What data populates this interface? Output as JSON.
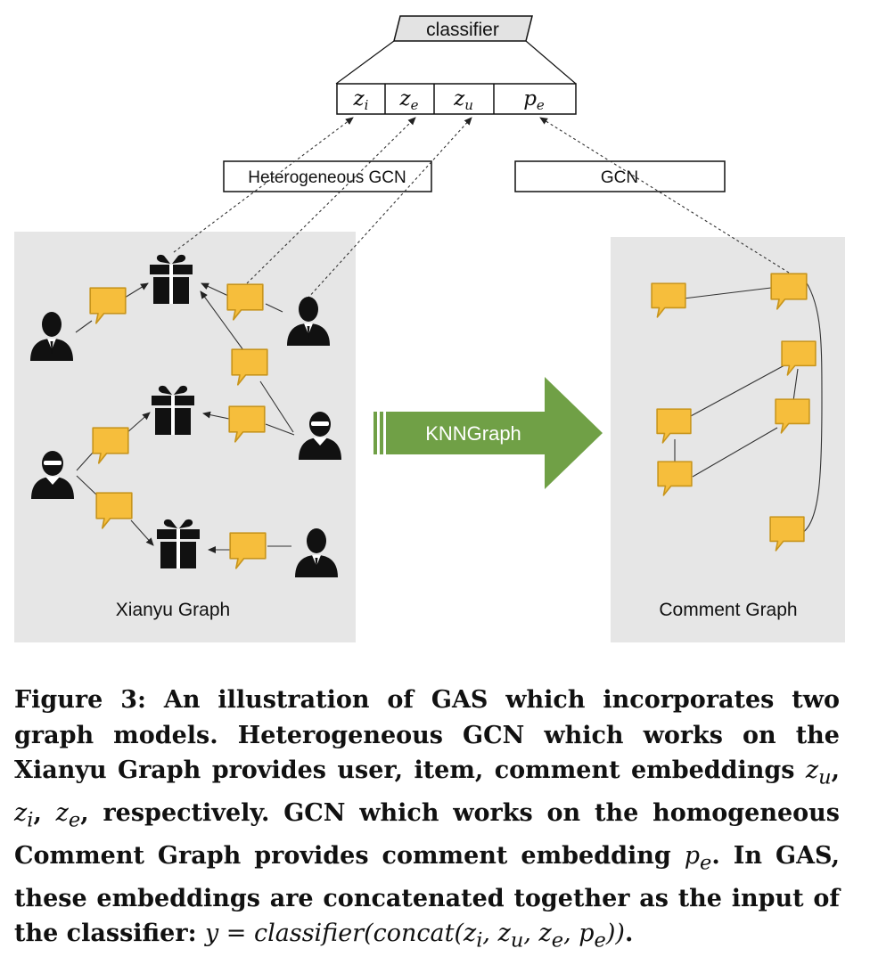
{
  "top": {
    "classifier_label": "classifier",
    "embeddings": [
      {
        "base": "z",
        "sub": "i"
      },
      {
        "base": "z",
        "sub": "e"
      },
      {
        "base": "z",
        "sub": "u"
      },
      {
        "base": "p",
        "sub": "e"
      }
    ],
    "hetero_gcn_label": "Heterogeneous GCN",
    "gcn_label": "GCN"
  },
  "panels": {
    "left_label": "Xianyu Graph",
    "right_label": "Comment Graph",
    "arrow_label": "KNNGraph"
  },
  "colors": {
    "panel_bg": "#e6e6e6",
    "comment": "#f6be3c",
    "comment_stroke": "#c8951c",
    "arrow": "#70a046",
    "classifier_fill": "#e3e3e3"
  },
  "icons": {
    "user": "user-icon",
    "fraud_user": "masked-user-icon",
    "item": "gift-icon",
    "comment": "comment-bubble-icon"
  },
  "caption": {
    "p1": "Figure 3: An illustration of GAS which incorporates two graph models. Heterogeneous GCN which works on the Xianyu Graph provides user, item, comment embeddings ",
    "m1": "z",
    "m1s": "u",
    "p2": ", ",
    "m2": "z",
    "m2s": "i",
    "p3": ", ",
    "m3": "z",
    "m3s": "e",
    "p4": ", respectively. GCN which works on the homogeneous Comment Graph provides comment embedding ",
    "m4": "p",
    "m4s": "e",
    "p5": ". In GAS, these embeddings are concatenated together as the input of the classifier: ",
    "formula": "y = classifier(concat(",
    "f1": "z",
    "f1s": "i",
    "fc1": ", ",
    "f2": "z",
    "f2s": "u",
    "fc2": ", ",
    "f3": "z",
    "f3s": "e",
    "fc3": ", ",
    "f4": "p",
    "f4s": "e",
    "fend": "))",
    "p6": "."
  }
}
